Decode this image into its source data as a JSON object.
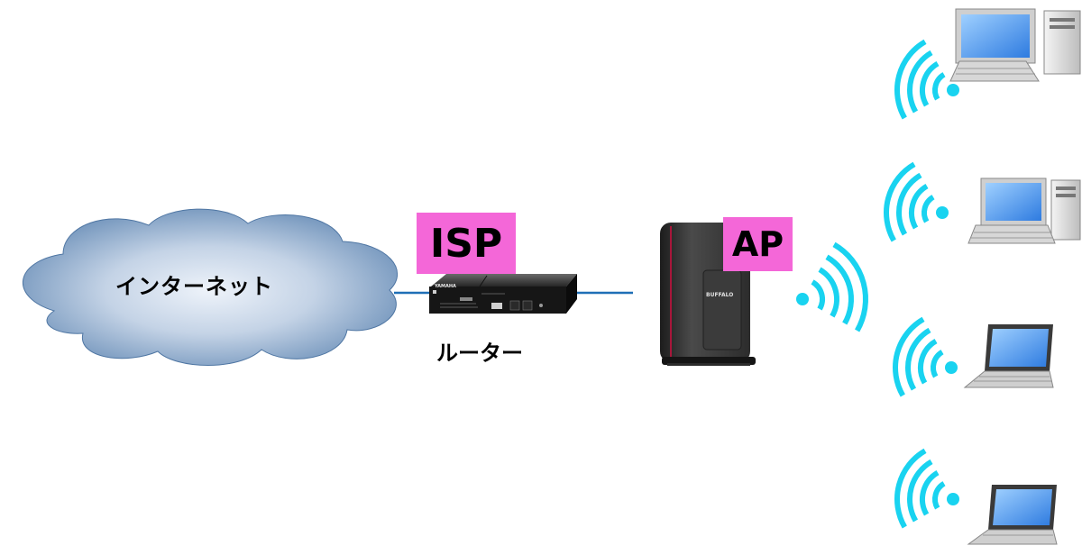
{
  "cloud": {
    "label": "インターネット"
  },
  "router": {
    "tag": "ISP",
    "label": "ルーター",
    "brand": "YAMAHA"
  },
  "ap": {
    "tag": "AP",
    "brand": "BUFFALO"
  },
  "colors": {
    "tag_bg": "#f467d8",
    "wave": "#19d3f0",
    "link": "#1f6fb6",
    "cloud_edge": "#5f86b2",
    "cloud_center": "#e8eef7"
  },
  "clients": [
    {
      "type": "desktop-pc",
      "icon": "desktop-pc-icon"
    },
    {
      "type": "desktop-pc",
      "icon": "desktop-pc-icon"
    },
    {
      "type": "laptop",
      "icon": "laptop-icon"
    },
    {
      "type": "laptop",
      "icon": "laptop-icon"
    }
  ]
}
